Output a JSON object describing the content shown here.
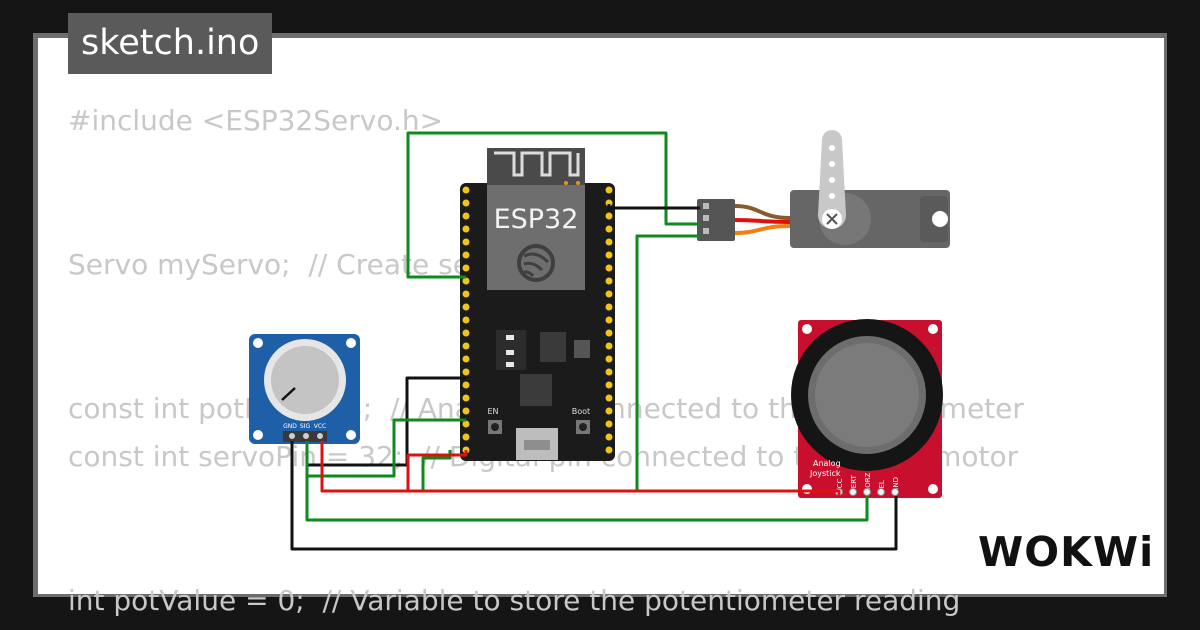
{
  "tab": {
    "filename": "sketch.ino"
  },
  "code": {
    "lines": [
      "#include <ESP32Servo.h>",
      "Servo myServo;  // Create servo object",
      "const int potPin = 33;  // Analog pin connected to the potentiometer",
      "const int servoPin = 32;  // Digital pin connected to the servo motor",
      "int potValue = 0;  // Variable to store the potentiometer reading"
    ]
  },
  "esp32": {
    "label": "ESP32",
    "en_label": "EN",
    "boot_label": "Boot"
  },
  "potentiometer": {
    "pin_gnd": "GND",
    "pin_sig": "SIG",
    "pin_vcc": "VCC"
  },
  "joystick": {
    "label_line1": "Analog",
    "label_line2": "Joystick",
    "pins": [
      "VCC",
      "VERT",
      "HORZ",
      "SEL",
      "GND"
    ]
  },
  "brand": {
    "logo_text": "WOKWi"
  },
  "colors": {
    "wire_green": "#0e8a1e",
    "wire_red": "#e01010",
    "wire_black": "#111111",
    "board": "#1b1b1b",
    "pot_board": "#1f5fa8",
    "joystick_board": "#c8102e"
  }
}
